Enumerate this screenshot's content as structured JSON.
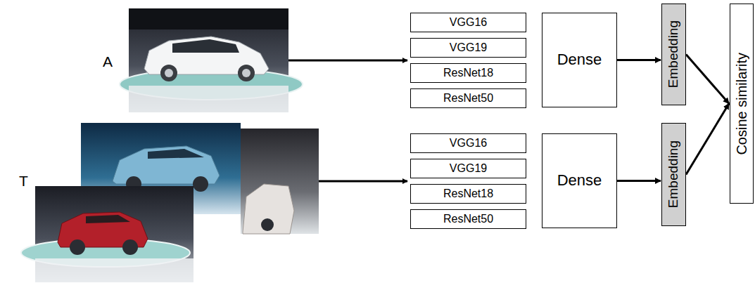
{
  "diagram": {
    "nodes": [
      {
        "text": [
          "VGG16"
        ]
      },
      {
        "text": [
          "VGG19"
        ]
      },
      {
        "text": [
          "ResNet18"
        ]
      },
      {
        "text": [
          "ResNet50"
        ]
      },
      {
        "text": [
          "Dense"
        ]
      },
      {
        "text": [
          "Embedding"
        ]
      },
      {
        "text": [
          "Cosine similarity"
        ]
      },
      {
        "text": [
          "VGG16"
        ]
      },
      {
        "text": [
          "VGG19"
        ]
      },
      {
        "text": [
          "ResNet18"
        ]
      },
      {
        "text": [
          "ResNet50"
        ]
      },
      {
        "text": [
          "Dense"
        ]
      },
      {
        "text": [
          "Embedding"
        ]
      }
    ],
    "edges": [
      {
        "from": 4,
        "to": 5,
        "arrow": "to"
      },
      {
        "from": 5,
        "to": 6,
        "arrow": "to"
      },
      {
        "from": 11,
        "to": 12,
        "arrow": "to"
      },
      {
        "from": 12,
        "to": 6,
        "arrow": "to"
      }
    ],
    "labels": [
      "A",
      "T"
    ]
  }
}
